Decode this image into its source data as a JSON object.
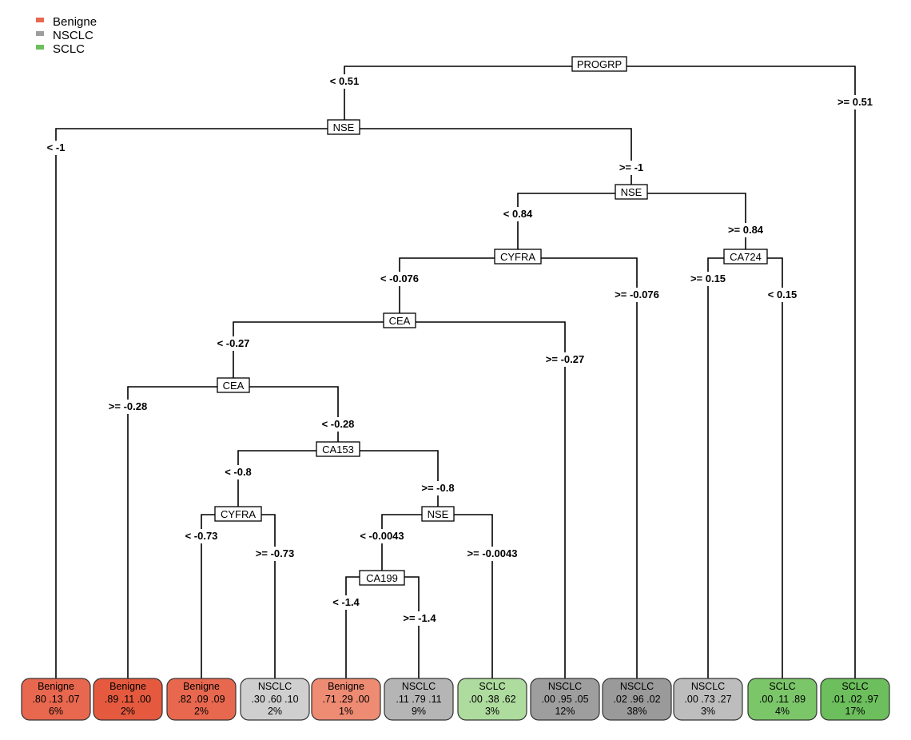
{
  "legend": [
    {
      "label": "Benigne",
      "color": "#E8684F"
    },
    {
      "label": "NSCLC",
      "color": "#9E9E9E"
    },
    {
      "label": "SCLC",
      "color": "#6CBF5C"
    }
  ],
  "splits": [
    {
      "id": "s_progrp",
      "label": "PROGRP"
    },
    {
      "id": "s_nse1",
      "label": "NSE"
    },
    {
      "id": "s_nse2",
      "label": "NSE"
    },
    {
      "id": "s_cyfra1",
      "label": "CYFRA"
    },
    {
      "id": "s_ca724",
      "label": "CA724"
    },
    {
      "id": "s_cea1",
      "label": "CEA"
    },
    {
      "id": "s_cea2",
      "label": "CEA"
    },
    {
      "id": "s_ca153",
      "label": "CA153"
    },
    {
      "id": "s_cyfra2",
      "label": "CYFRA"
    },
    {
      "id": "s_nse3",
      "label": "NSE"
    },
    {
      "id": "s_ca199",
      "label": "CA199"
    }
  ],
  "conditions": [
    {
      "id": "c1",
      "text": "< 0.51"
    },
    {
      "id": "c2",
      "text": ">= 0.51"
    },
    {
      "id": "c3",
      "text": "< -1"
    },
    {
      "id": "c4",
      "text": ">= -1"
    },
    {
      "id": "c5",
      "text": "< 0.84"
    },
    {
      "id": "c6",
      "text": ">= 0.84"
    },
    {
      "id": "c7",
      "text": "< -0.076"
    },
    {
      "id": "c8",
      "text": ">= -0.076"
    },
    {
      "id": "c9",
      "text": ">= 0.15"
    },
    {
      "id": "c10",
      "text": "< 0.15"
    },
    {
      "id": "c11",
      "text": "< -0.27"
    },
    {
      "id": "c12",
      "text": ">= -0.27"
    },
    {
      "id": "c13",
      "text": ">= -0.28"
    },
    {
      "id": "c14",
      "text": "< -0.28"
    },
    {
      "id": "c15",
      "text": "< -0.8"
    },
    {
      "id": "c16",
      "text": ">= -0.8"
    },
    {
      "id": "c17",
      "text": "< -0.73"
    },
    {
      "id": "c18",
      "text": ">= -0.73"
    },
    {
      "id": "c19",
      "text": "< -0.0043"
    },
    {
      "id": "c20",
      "text": ">= -0.0043"
    },
    {
      "id": "c21",
      "text": "< -1.4"
    },
    {
      "id": "c22",
      "text": ">= -1.4"
    }
  ],
  "leaves": [
    {
      "class": "Benigne",
      "probs": ".80 .13 .07",
      "pct": "6%",
      "color": "#E8684F"
    },
    {
      "class": "Benigne",
      "probs": ".89 .11 .00",
      "pct": "2%",
      "color": "#E55A3F"
    },
    {
      "class": "Benigne",
      "probs": ".82 .09 .09",
      "pct": "2%",
      "color": "#E8684F"
    },
    {
      "class": "NSCLC",
      "probs": ".30 .60 .10",
      "pct": "2%",
      "color": "#CFCFCF"
    },
    {
      "class": "Benigne",
      "probs": ".71 .29 .00",
      "pct": "1%",
      "color": "#EE8B73"
    },
    {
      "class": "NSCLC",
      "probs": ".11 .79 .11",
      "pct": "9%",
      "color": "#B5B5B5"
    },
    {
      "class": "SCLC",
      "probs": ".00 .38 .62",
      "pct": "3%",
      "color": "#AEDB9E"
    },
    {
      "class": "NSCLC",
      "probs": ".00 .95 .05",
      "pct": "12%",
      "color": "#9E9E9E"
    },
    {
      "class": "NSCLC",
      "probs": ".02 .96 .02",
      "pct": "38%",
      "color": "#9A9A9A"
    },
    {
      "class": "NSCLC",
      "probs": ".00 .73 .27",
      "pct": "3%",
      "color": "#BDBDBD"
    },
    {
      "class": "SCLC",
      "probs": ".00 .11 .89",
      "pct": "4%",
      "color": "#7CC66A"
    },
    {
      "class": "SCLC",
      "probs": ".01 .02 .97",
      "pct": "17%",
      "color": "#6CBF5C"
    }
  ]
}
